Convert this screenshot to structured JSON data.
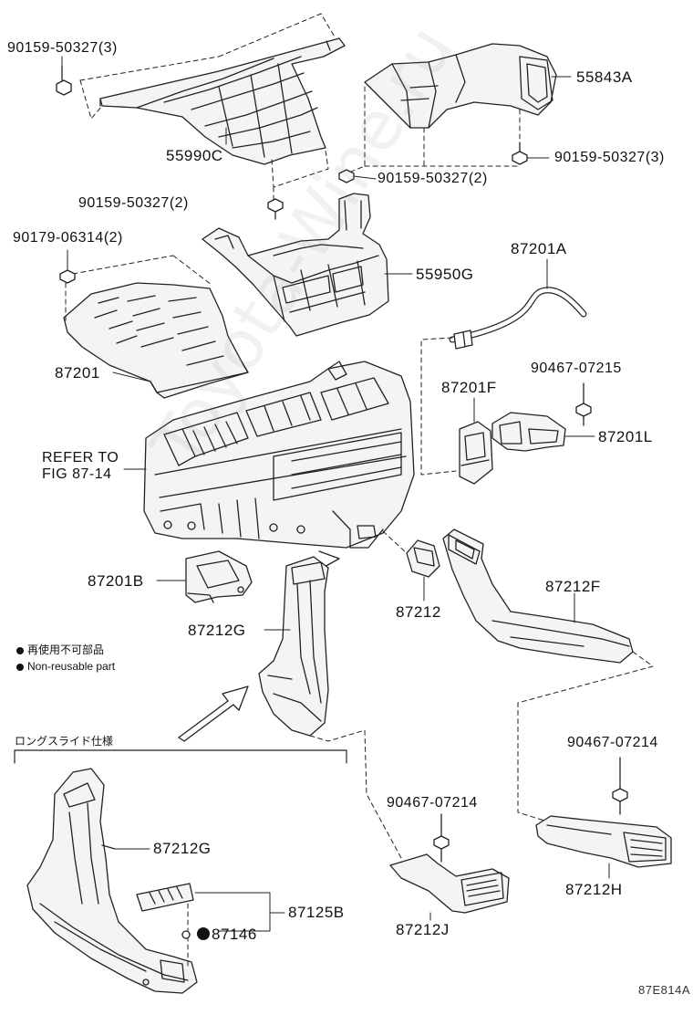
{
  "watermark": "Toyota-Wine.ru",
  "parts": {
    "p55990C": "55990C",
    "p55843A": "55843A",
    "p55950G": "55950G",
    "p87201A": "87201A",
    "p87201": "87201",
    "p87201F": "87201F",
    "p87201L": "87201L",
    "p87201B": "87201B",
    "p87212": "87212",
    "p87212F": "87212F",
    "p87212G": "87212G",
    "p87212G_b": "87212G",
    "p87212H": "87212H",
    "p87212J": "87212J",
    "p87125B": "87125B",
    "p87146": "87146"
  },
  "fasteners": {
    "f1": "90159-50327(3)",
    "f2": "90159-50327(3)",
    "f3": "90159-50327(2)",
    "f4": "90159-50327(2)",
    "f5": "90179-06314(2)",
    "f6": "90467-07215",
    "f7": "90467-07214",
    "f8": "90467-07214"
  },
  "refer": {
    "line1": "REFER TO",
    "line2": "FIG 87-14"
  },
  "legend": {
    "jp": "再使用不可部品",
    "en": "Non-reusable part"
  },
  "section_title": "ロングスライド仕様",
  "diagram_code": "87E814A"
}
